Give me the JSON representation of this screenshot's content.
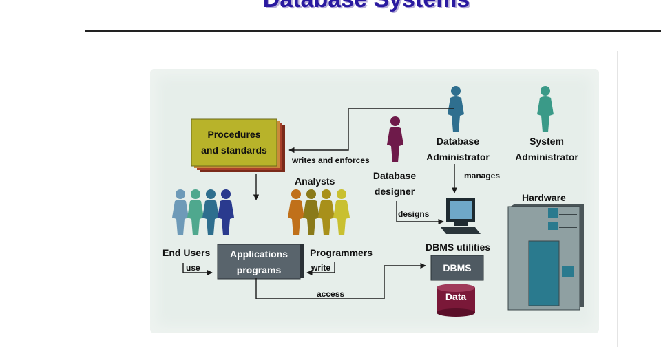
{
  "slide": {
    "title": "Database Systems"
  },
  "diagram": {
    "procedures": {
      "line1": "Procedures",
      "line2": "and standards"
    },
    "writes_and_enforces": "writes and enforces",
    "database_administrator": {
      "line1": "Database",
      "line2": "Administrator"
    },
    "system_administrator": {
      "line1": "System",
      "line2": "Administrator"
    },
    "database_designer": {
      "line1": "Database",
      "line2": "designer"
    },
    "manages": "manages",
    "analysts": "Analysts",
    "hardware": "Hardware",
    "designs": "designs",
    "end_users": "End Users",
    "use": "use",
    "applications": {
      "line1": "Applications",
      "line2": "programs"
    },
    "programmers": "Programmers",
    "write": "write",
    "dbms_utilities": "DBMS utilities",
    "dbms": "DBMS",
    "access": "access",
    "data": "Data"
  },
  "colors": {
    "title": "#2a1aa0",
    "background": "#e6eeea",
    "procedures_card": "#b8b32a",
    "dbms_box": "#4f5a62",
    "data_cylinder": "#7a1838",
    "database_administrator_figure": "#2f6f8f",
    "system_administrator_figure": "#3a9a88",
    "database_designer_figure": "#6e1a4a",
    "hardware_cabinet": "#8fa0a2"
  }
}
